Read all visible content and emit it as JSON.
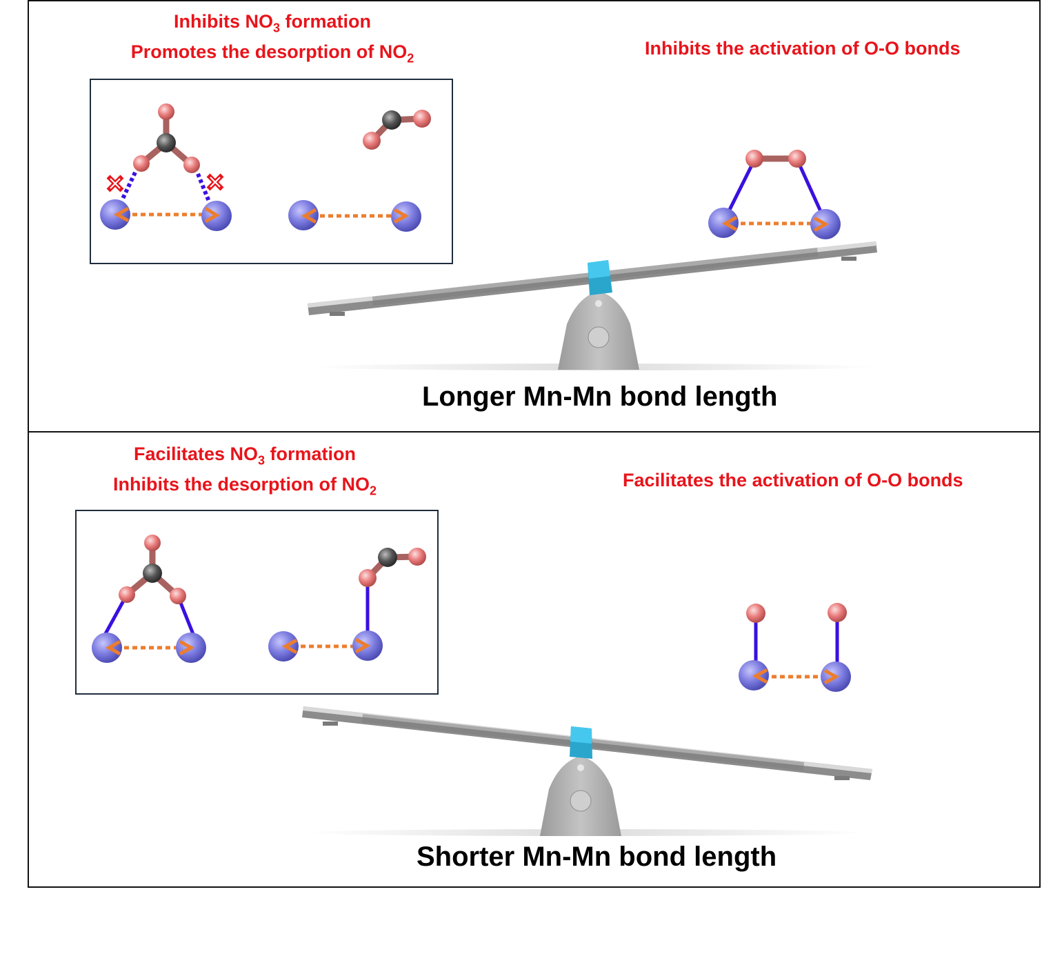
{
  "top_panel": {
    "nitrate_effect": {
      "line1_pre": "Inhibits NO",
      "line1_sub": "3",
      "line1_post": " formation",
      "line2_pre": "Promotes the desorption of NO",
      "line2_sub": "2"
    },
    "oxygen_effect": "Inhibits the activation of O-O bonds",
    "caption": "Longer Mn-Mn bond length"
  },
  "bottom_panel": {
    "nitrate_effect": {
      "line1_pre": "Facilitates NO",
      "line1_sub": "3",
      "line1_post": " formation",
      "line2_pre": "Inhibits the desorption of NO",
      "line2_sub": "2"
    },
    "oxygen_effect": "Facilitates the activation of O-O bonds",
    "caption": "Shorter Mn-Mn bond length"
  },
  "colors": {
    "annotation_red": "#e8141b",
    "mn_atom": "#7d7ce0",
    "oxygen_atom": "#e87a7a",
    "nitrogen_atom": "#555555",
    "mn_o_bond": "#3a10e0",
    "mn_mn_distance_arrow": "#ec7d2e",
    "seesaw_gray": "#bdbdbd",
    "pivot_blue": "#3fc6ec"
  },
  "icons": [
    "mn-atom-icon",
    "oxygen-atom-icon",
    "nitrogen-atom-icon",
    "blocked-bond-cross-icon",
    "seesaw-icon"
  ]
}
